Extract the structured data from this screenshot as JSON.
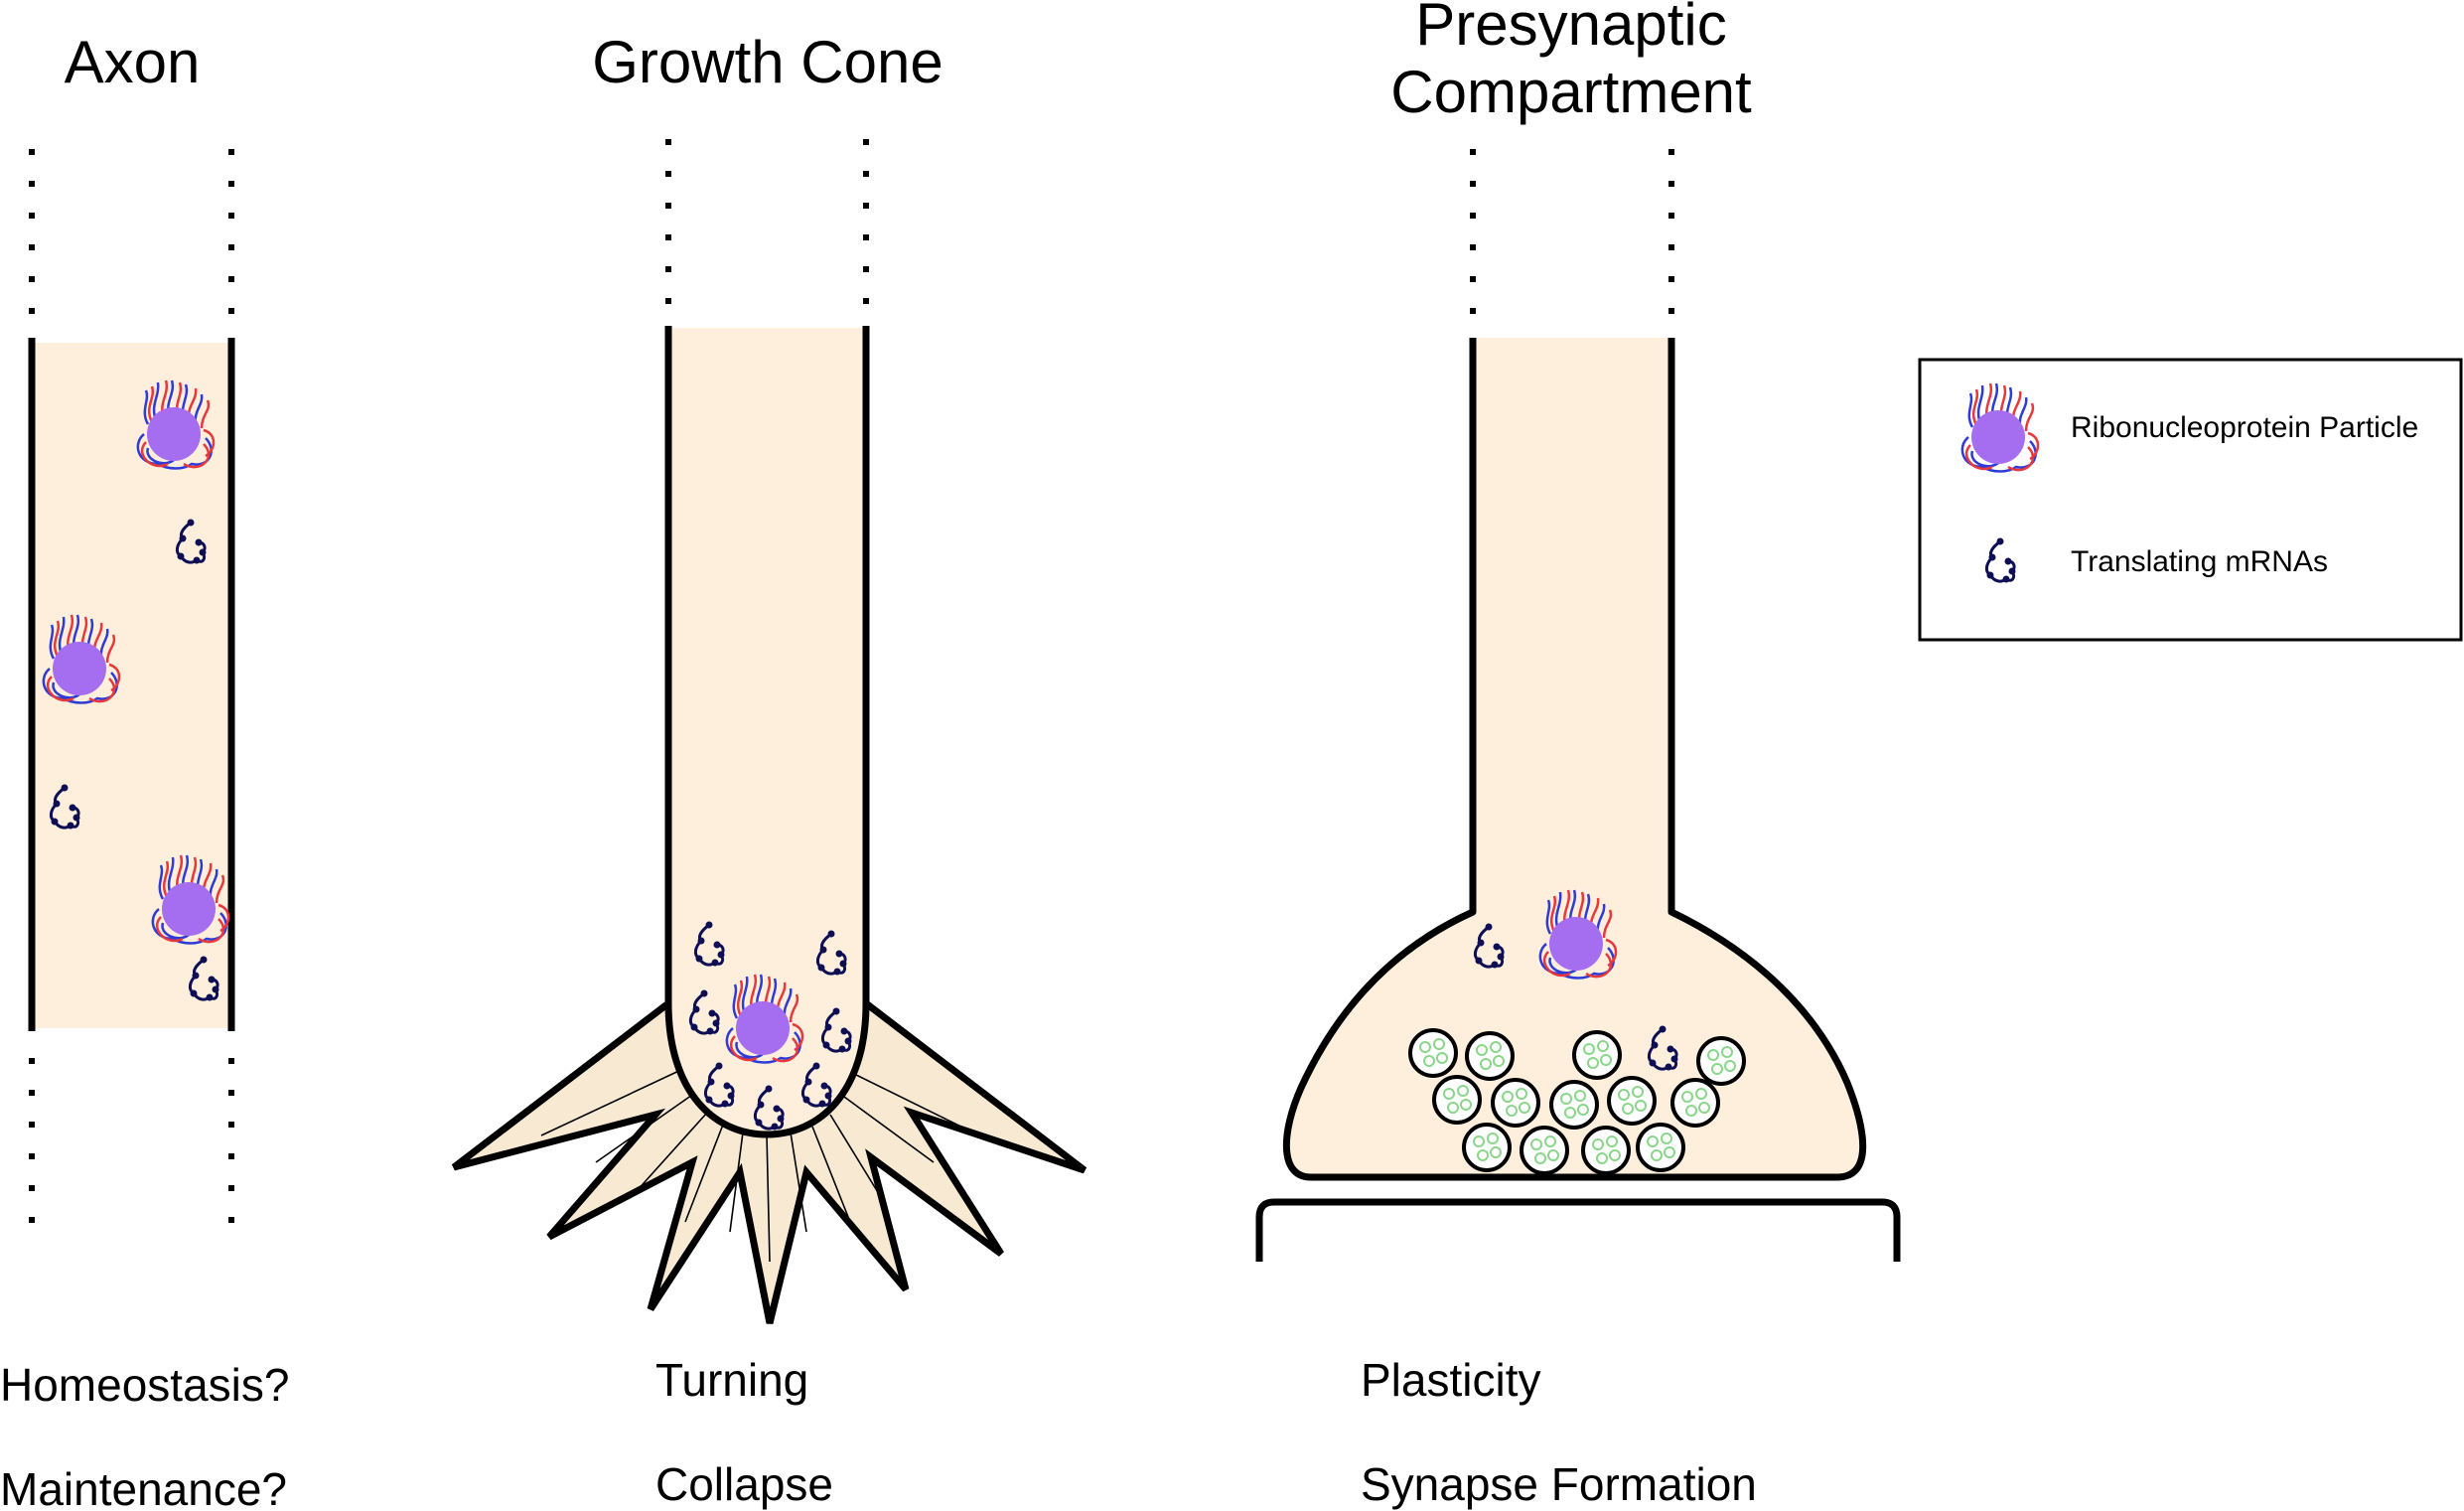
{
  "titles": {
    "axon": "Axon",
    "growth_cone": "Growth Cone",
    "presynaptic_line1": "Presynaptic",
    "presynaptic_line2": "Compartment"
  },
  "functions": {
    "axon": [
      "Homeostasis?",
      "Maintenance?"
    ],
    "growth_cone": [
      "Turning",
      "Collapse"
    ],
    "presynaptic": [
      "Plasticity",
      "Synapse Formation"
    ]
  },
  "legend": {
    "items": [
      {
        "icon": "rnp-particle-icon",
        "label": "Ribonucleoprotein Particle"
      },
      {
        "icon": "translating-mrna-icon",
        "label": "Translating mRNAs"
      }
    ]
  },
  "colors": {
    "cytoplasm": "#fdefdc",
    "growth_cone_fill": "#f7e9d2",
    "rnp_core": "#a56ef0",
    "rnp_red": "#e8383b",
    "rnp_blue": "#2f3bd6",
    "mrna": "#0e0e55",
    "vesicle_dots": "#8ad68a",
    "outline": "#000000"
  }
}
